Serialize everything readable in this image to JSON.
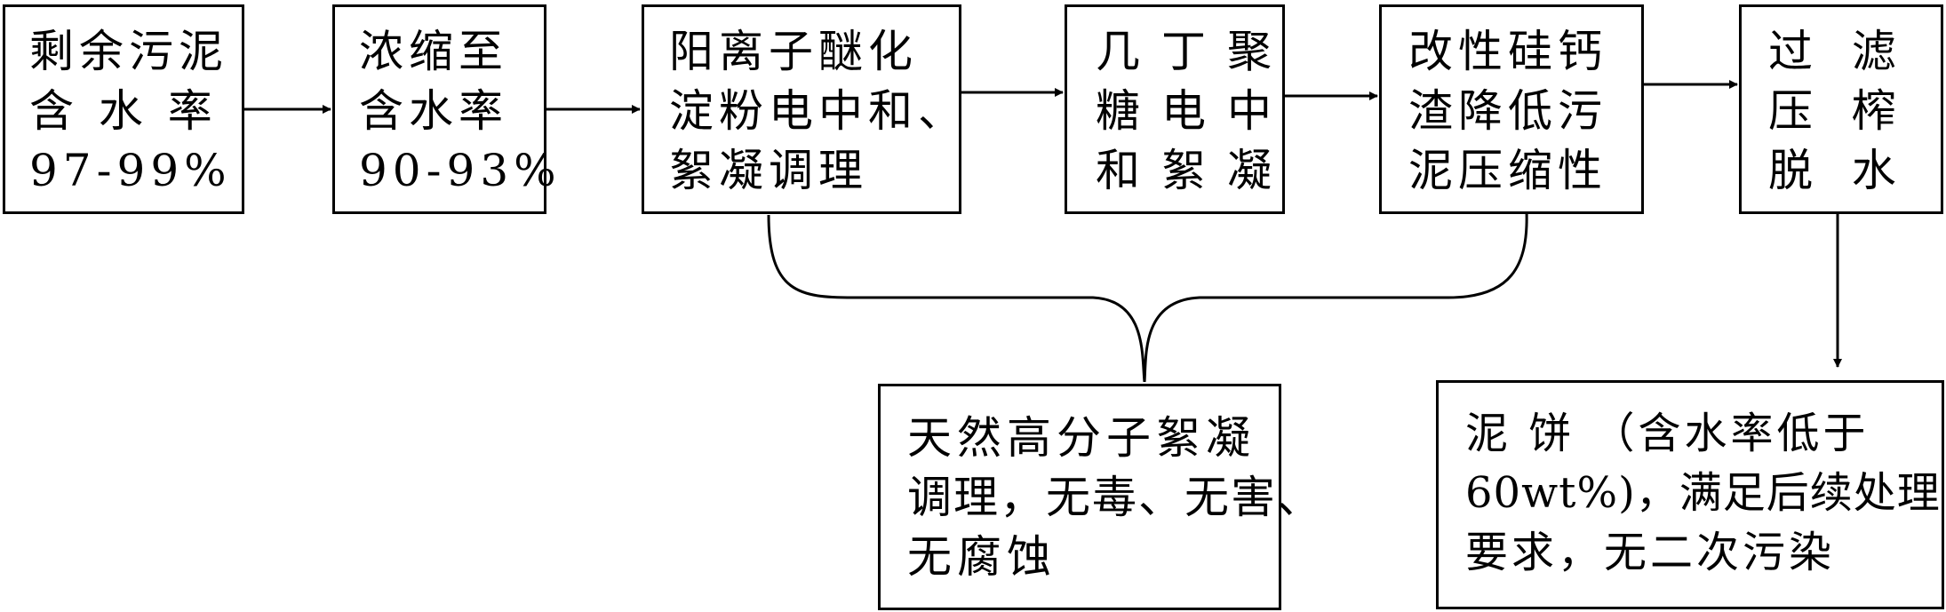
{
  "boxes": {
    "b1": {
      "lines": [
        "剩余污泥",
        "含 水 率",
        "97-99%"
      ]
    },
    "b2": {
      "lines": [
        "浓缩至",
        "含水率",
        "90-93%"
      ]
    },
    "b3": {
      "lines": [
        "阳离子醚化",
        "淀粉电中和、",
        "絮凝调理"
      ]
    },
    "b4": {
      "lines": [
        "几丁聚",
        "糖电中",
        "和絮凝"
      ]
    },
    "b5": {
      "lines": [
        "改性硅钙",
        "渣降低污",
        "泥压缩性"
      ]
    },
    "b6": {
      "lines": [
        "过  滤",
        "压  榨",
        "脱  水"
      ]
    },
    "b7": {
      "lines": [
        "天然高分子絮凝",
        "调理，无毒、无害、",
        "无腐蚀"
      ]
    },
    "b8": {
      "lines": [
        "泥 饼 （含水率低于",
        "60wt%)，满足后续处理",
        "要求，无二次污染"
      ]
    }
  }
}
